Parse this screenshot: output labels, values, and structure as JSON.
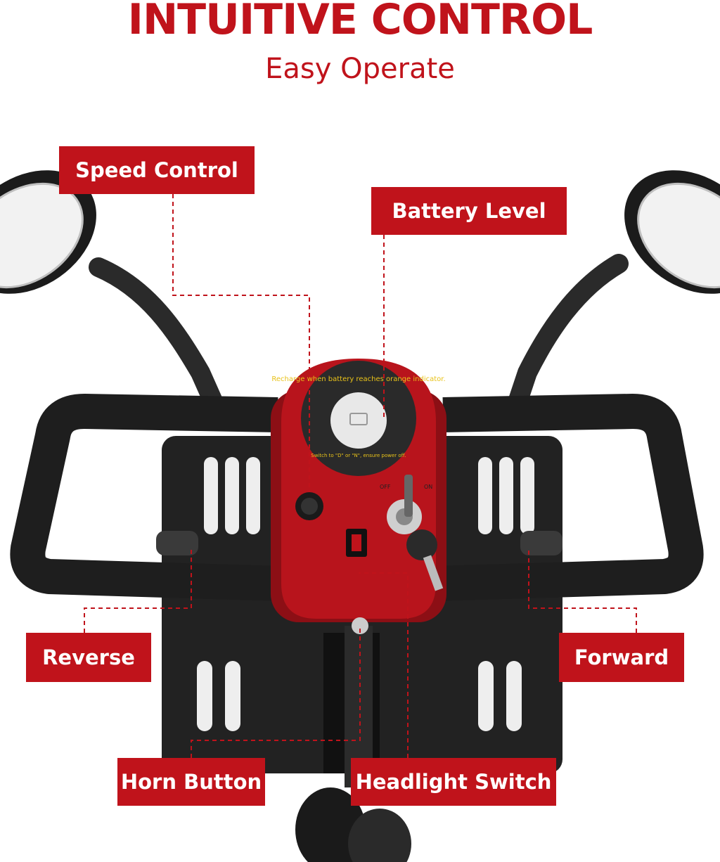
{
  "header": {
    "title": "INTUITIVE CONTROL",
    "subtitle": "Easy Operate"
  },
  "colors": {
    "accent": "#c0131b",
    "console": "#b8141c",
    "handle": "#1e1e1e",
    "basket": "#222222"
  },
  "labels": {
    "speed_control": "Speed Control",
    "battery_level": "Battery Level",
    "reverse": "Reverse",
    "forward": "Forward",
    "horn_button": "Horn Button",
    "headlight_switch": "Headlight Switch"
  },
  "console": {
    "ring_text": "Recharge when battery reaches orange indicator.",
    "switch_text": "Switch to \"D\" or \"N\", ensure power off.",
    "key_off": "OFF",
    "key_on": "ON"
  }
}
